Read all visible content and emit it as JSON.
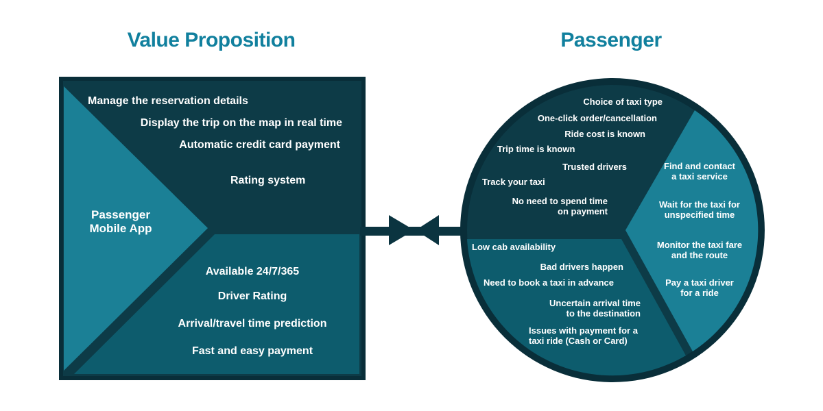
{
  "titles": {
    "left": "Value Proposition",
    "right": "Passenger"
  },
  "square": {
    "app_label": "Passenger\nMobile App",
    "items_top": [
      "Manage the reservation details",
      "Display the trip on the map in real time",
      "Automatic credit card payment",
      "Rating system"
    ],
    "items_bottom": [
      "Available 24/7/365",
      "Driver Rating",
      "Arrival/travel time prediction",
      "Fast and easy payment"
    ]
  },
  "circle": {
    "gains": [
      "Choice of taxi type",
      "One-click order/cancellation",
      "Ride cost is known",
      "Trip time is known",
      "Trusted drivers",
      "Track your taxi",
      "No need to spend time\non payment"
    ],
    "pains": [
      "Low cab availability",
      "Bad drivers happen",
      "Need to book a taxi in advance",
      "Uncertain arrival time\nto the destination",
      "Issues with payment for a\ntaxi ride (Cash or Card)"
    ],
    "jobs": [
      "Find and contact\na taxi service",
      "Wait for the taxi for\nunspecified time",
      "Monitor the taxi fare\nand the route",
      "Pay a taxi driver\nfor a ride"
    ]
  },
  "colors": {
    "accent_teal": "#11809E",
    "navy_border": "#092E39",
    "navy": "#0D3B47",
    "navy_deep": "#0B3440",
    "teal_medium": "#0D5C6D",
    "teal_light": "#1B8096",
    "text_white": "#FFFFFF"
  }
}
